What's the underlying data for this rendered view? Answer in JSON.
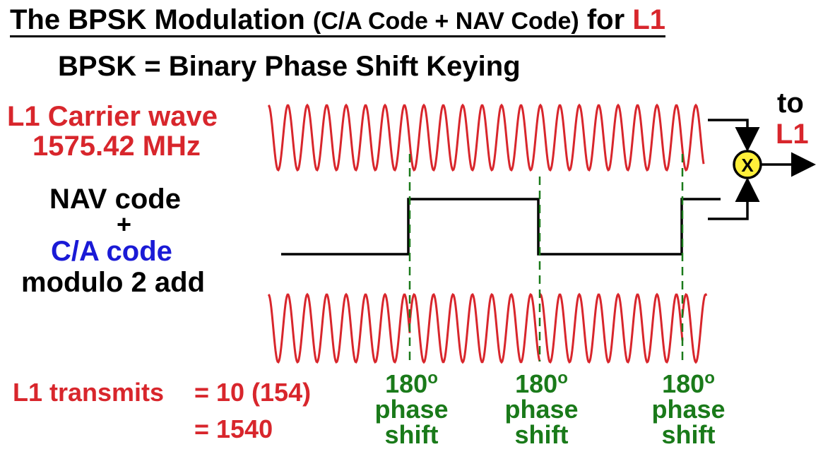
{
  "title": {
    "part1": "The BPSK Modulation",
    "part2": "(C/A Code + NAV Code)",
    "part3": "for",
    "part4": "L1"
  },
  "subtitle": "BPSK = Binary Phase Shift Keying",
  "carrier": {
    "label_line1": "L1 Carrier wave",
    "label_line2": "1575.42 MHz"
  },
  "code": {
    "line1": "NAV code",
    "plus": "+",
    "line2": "C/A code",
    "line3": "modulo 2 add"
  },
  "multiplier": {
    "symbol": "X",
    "to_label": "to",
    "to_target": "L1"
  },
  "transmits": {
    "label": "L1 transmits",
    "eq1": "=",
    "value1": "10 (154)",
    "eq2": "=",
    "value2": "1540"
  },
  "phase_shift": {
    "degrees": "180",
    "superscript": "o",
    "line2": "phase",
    "line3": "shift"
  },
  "colors": {
    "wave": "#d8262c",
    "signal": "#000000",
    "marker": "#1a7a1a",
    "multiplier_fill": "#ffef3a"
  }
}
